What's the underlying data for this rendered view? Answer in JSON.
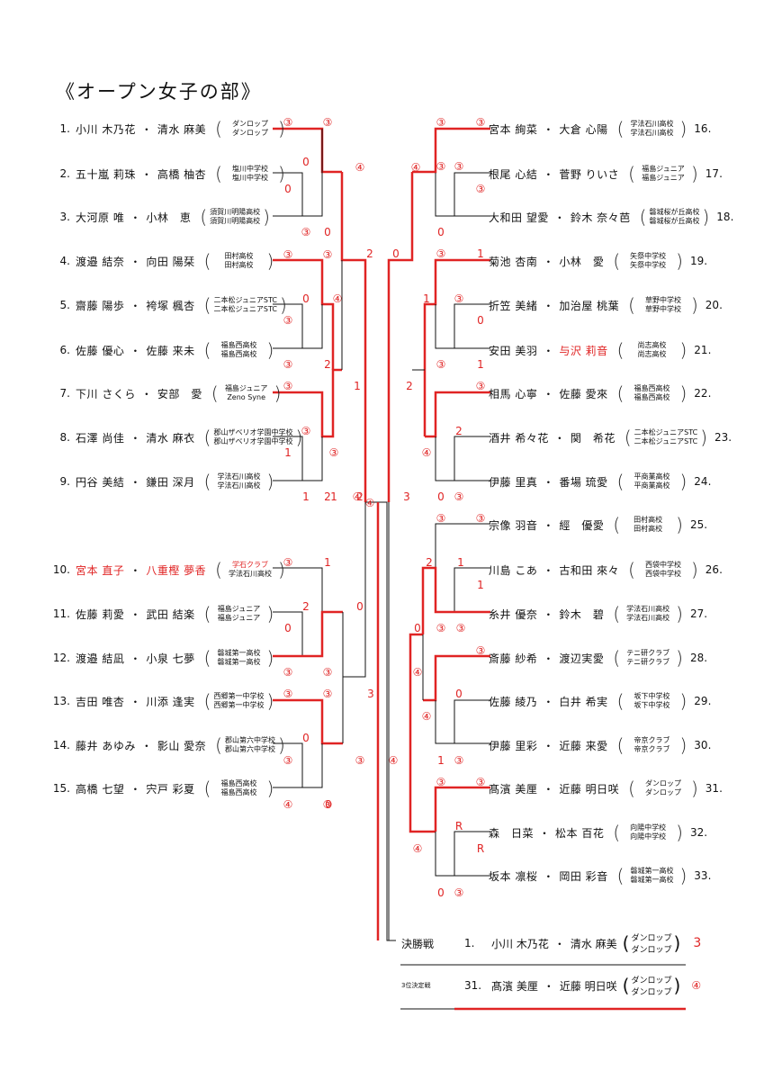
{
  "title": "《オープン女子の部》",
  "left_teams": [
    {
      "num": "1.",
      "p1": "小川 木乃花",
      "p2": "清水 麻美",
      "c1": "ダンロップ",
      "c2": "ダンロップ"
    },
    {
      "num": "2.",
      "p1": "五十嵐 莉珠",
      "p2": "高橋 柚杏",
      "c1": "塩川中学校",
      "c2": "塩川中学校"
    },
    {
      "num": "3.",
      "p1": "大河原 唯",
      "p2": "小林　恵",
      "c1": "須賀川明陽高校",
      "c2": "須賀川明陽高校"
    },
    {
      "num": "4.",
      "p1": "渡邉 結奈",
      "p2": "向田 陽栞",
      "c1": "田村高校",
      "c2": "田村高校"
    },
    {
      "num": "5.",
      "p1": "齋藤 陽歩",
      "p2": "袴塚 楓杏",
      "c1": "二本松ジュニアSTC",
      "c2": "二本松ジュニアSTC"
    },
    {
      "num": "6.",
      "p1": "佐藤 優心",
      "p2": "佐藤 来未",
      "c1": "福島西高校",
      "c2": "福島西高校"
    },
    {
      "num": "7.",
      "p1": "下川 さくら",
      "p2": "安部　愛",
      "c1": "福島ジュニア",
      "c2": "Zeno Syne"
    },
    {
      "num": "8.",
      "p1": "石澤 尚佳",
      "p2": "清水 麻衣",
      "c1": "郡山ザベリオ学園中学校",
      "c2": "郡山ザベリオ学園中学校"
    },
    {
      "num": "9.",
      "p1": "円谷 美結",
      "p2": "鎌田 深月",
      "c1": "学法石川高校",
      "c2": "学法石川高校"
    },
    {
      "num": "10.",
      "p1": "宮本 直子",
      "p2": "八重樫 夢香",
      "c1": "学石クラブ",
      "c2": "学法石川高校",
      "red": true
    },
    {
      "num": "11.",
      "p1": "佐藤 莉愛",
      "p2": "武田 結楽",
      "c1": "福島ジュニア",
      "c2": "福島ジュニア"
    },
    {
      "num": "12.",
      "p1": "渡邉 結凪",
      "p2": "小泉 七夢",
      "c1": "磐城第一高校",
      "c2": "磐城第一高校"
    },
    {
      "num": "13.",
      "p1": "吉田 唯杏",
      "p2": "川添 逢実",
      "c1": "西郷第一中学校",
      "c2": "西郷第一中学校"
    },
    {
      "num": "14.",
      "p1": "藤井 あゆみ",
      "p2": "影山 愛奈",
      "c1": "郡山第六中学校",
      "c2": "郡山第六中学校"
    },
    {
      "num": "15.",
      "p1": "高橋 七望",
      "p2": "宍戸 彩夏",
      "c1": "福島西高校",
      "c2": "福島西高校"
    }
  ],
  "right_teams": [
    {
      "num": "16.",
      "p1": "宮本 絢菜",
      "p2": "大倉 心陽",
      "c1": "学法石川高校",
      "c2": "学法石川高校"
    },
    {
      "num": "17.",
      "p1": "根尾 心結",
      "p2": "菅野 りいさ",
      "c1": "福島ジュニア",
      "c2": "福島ジュニア"
    },
    {
      "num": "18.",
      "p1": "大和田 望愛",
      "p2": "鈴木 奈々芭",
      "c1": "磐城桜が丘高校",
      "c2": "磐城桜が丘高校"
    },
    {
      "num": "19.",
      "p1": "菊池 杏南",
      "p2": "小林　愛",
      "c1": "矢祭中学校",
      "c2": "矢祭中学校"
    },
    {
      "num": "20.",
      "p1": "折笠 美緒",
      "p2": "加治屋 桃葉",
      "c1": "草野中学校",
      "c2": "草野中学校"
    },
    {
      "num": "21.",
      "p1": "安田 美羽",
      "p2": "与沢 莉音",
      "c1": "尚志高校",
      "c2": "尚志高校",
      "p2red": true
    },
    {
      "num": "22.",
      "p1": "相馬 心寧",
      "p2": "佐藤 愛來",
      "c1": "福島西高校",
      "c2": "福島西高校"
    },
    {
      "num": "23.",
      "p1": "酒井 希々花",
      "p2": "関　希花",
      "c1": "二本松ジュニアSTC",
      "c2": "二本松ジュニアSTC"
    },
    {
      "num": "24.",
      "p1": "伊藤 里真",
      "p2": "番場 琉愛",
      "c1": "平商業高校",
      "c2": "平商業高校"
    },
    {
      "num": "25.",
      "p1": "宗像 羽音",
      "p2": "經　優愛",
      "c1": "田村高校",
      "c2": "田村高校"
    },
    {
      "num": "26.",
      "p1": "川島 こあ",
      "p2": "古和田 來々",
      "c1": "西袋中学校",
      "c2": "西袋中学校"
    },
    {
      "num": "27.",
      "p1": "糸井 優奈",
      "p2": "鈴木　碧",
      "c1": "学法石川高校",
      "c2": "学法石川高校"
    },
    {
      "num": "28.",
      "p1": "斎藤 紗希",
      "p2": "渡辺実愛",
      "c1": "テニ研クラブ",
      "c2": "テニ研クラブ"
    },
    {
      "num": "29.",
      "p1": "佐藤 綾乃",
      "p2": "白井 希実",
      "c1": "坂下中学校",
      "c2": "坂下中学校"
    },
    {
      "num": "30.",
      "p1": "伊藤 里彩",
      "p2": "近藤 来愛",
      "c1": "帝京クラブ",
      "c2": "帝京クラブ"
    },
    {
      "num": "31.",
      "p1": "髙濱 美厘",
      "p2": "近藤 明日咲",
      "c1": "ダンロップ",
      "c2": "ダンロップ"
    },
    {
      "num": "32.",
      "p1": "森　日菜",
      "p2": "松本 百花",
      "c1": "向陽中学校",
      "c2": "向陽中学校"
    },
    {
      "num": "33.",
      "p1": "坂本 凛桜",
      "p2": "岡田 彩音",
      "c1": "磐城第一高校",
      "c2": "磐城第一高校"
    }
  ],
  "scores": [
    {
      "t": "③",
      "c": "r"
    },
    {
      "t": "③",
      "c": "r"
    },
    {
      "t": "0",
      "c": "r"
    },
    {
      "t": "④",
      "c": "r"
    },
    {
      "t": "0",
      "c": "r"
    },
    {
      "t": "③",
      "c": "r"
    },
    {
      "t": "0",
      "c": "r"
    },
    {
      "t": "③",
      "c": "r"
    },
    {
      "t": "③",
      "c": "r"
    },
    {
      "t": "④",
      "c": "r"
    },
    {
      "t": "0",
      "c": "r"
    },
    {
      "t": "③",
      "c": "r"
    },
    {
      "t": "2",
      "c": "r"
    },
    {
      "t": "④",
      "c": "r"
    },
    {
      "t": "1",
      "c": "r"
    },
    {
      "t": "③",
      "c": "r"
    },
    {
      "t": "2",
      "c": "r"
    },
    {
      "t": "③",
      "c": "r"
    },
    {
      "t": "③",
      "c": "r"
    },
    {
      "t": "1",
      "c": "r"
    },
    {
      "t": "③",
      "c": "r"
    },
    {
      "t": "1",
      "c": "r"
    },
    {
      "t": "2",
      "c": "r"
    },
    {
      "t": "1",
      "c": "r"
    },
    {
      "t": "2",
      "c": "r"
    },
    {
      "t": "④",
      "c": "r"
    },
    {
      "t": "③",
      "c": "r"
    },
    {
      "t": "1",
      "c": "r"
    },
    {
      "t": "2",
      "c": "r"
    },
    {
      "t": "0",
      "c": "r"
    },
    {
      "t": "0",
      "c": "r"
    },
    {
      "t": "③",
      "c": "r"
    },
    {
      "t": "③",
      "c": "r"
    },
    {
      "t": "③",
      "c": "r"
    },
    {
      "t": "③",
      "c": "r"
    },
    {
      "t": "0",
      "c": "r"
    },
    {
      "t": "③",
      "c": "r"
    },
    {
      "t": "③",
      "c": "r"
    },
    {
      "t": "④",
      "c": "r"
    },
    {
      "t": "③",
      "c": "r"
    },
    {
      "t": "0",
      "c": "r"
    },
    {
      "t": "③",
      "c": "r"
    },
    {
      "t": "③",
      "c": "r"
    },
    {
      "t": "0",
      "c": "r"
    },
    {
      "t": "③",
      "c": "r"
    },
    {
      "t": "1",
      "c": "r"
    },
    {
      "t": "0",
      "c": "r"
    },
    {
      "t": "③",
      "c": "r"
    },
    {
      "t": "1",
      "c": "r"
    },
    {
      "t": "③",
      "c": "r"
    },
    {
      "t": "③",
      "c": "r"
    },
    {
      "t": "1",
      "c": "r"
    },
    {
      "t": "③",
      "c": "r"
    },
    {
      "t": "2",
      "c": "r"
    },
    {
      "t": "④",
      "c": "r"
    },
    {
      "t": "0",
      "c": "r"
    },
    {
      "t": "③",
      "c": "r"
    },
    {
      "t": "④",
      "c": "r"
    },
    {
      "t": "3",
      "c": "r"
    },
    {
      "t": "③",
      "c": "r"
    },
    {
      "t": "③",
      "c": "r"
    },
    {
      "t": "2",
      "c": "r"
    },
    {
      "t": "2",
      "c": "r"
    },
    {
      "t": "1",
      "c": "r"
    },
    {
      "t": "1",
      "c": "r"
    },
    {
      "t": "0",
      "c": "r"
    },
    {
      "t": "③",
      "c": "r"
    },
    {
      "t": "③",
      "c": "r"
    },
    {
      "t": "③",
      "c": "r"
    },
    {
      "t": "③",
      "c": "r"
    },
    {
      "t": "0",
      "c": "r"
    },
    {
      "t": "④",
      "c": "r"
    },
    {
      "t": "1",
      "c": "r"
    },
    {
      "t": "③",
      "c": "r"
    },
    {
      "t": "④",
      "c": "r"
    },
    {
      "t": "④",
      "c": "r"
    },
    {
      "t": "③",
      "c": "r"
    },
    {
      "t": "③",
      "c": "r"
    },
    {
      "t": "R",
      "c": "r"
    },
    {
      "t": "R",
      "c": "r"
    },
    {
      "t": "④",
      "c": "r"
    },
    {
      "t": "0",
      "c": "r"
    },
    {
      "t": "③",
      "c": "r"
    },
    {
      "t": "③",
      "c": "r"
    },
    {
      "t": "0",
      "c": "r"
    },
    {
      "t": "3",
      "c": "r"
    }
  ],
  "final": {
    "label": "決勝戦",
    "num": "1.",
    "p1": "小川 木乃花",
    "p2": "清水 麻美",
    "c1": "ダンロップ",
    "c2": "ダンロップ",
    "score": "3"
  },
  "third": {
    "label": "3位決定戦",
    "num": "31.",
    "p1": "髙濱 美厘",
    "p2": "近藤 明日咲",
    "c1": "ダンロップ",
    "c2": "ダンロップ",
    "score": "④"
  },
  "colors": {
    "accent": "#e02424",
    "line": "#111111"
  }
}
